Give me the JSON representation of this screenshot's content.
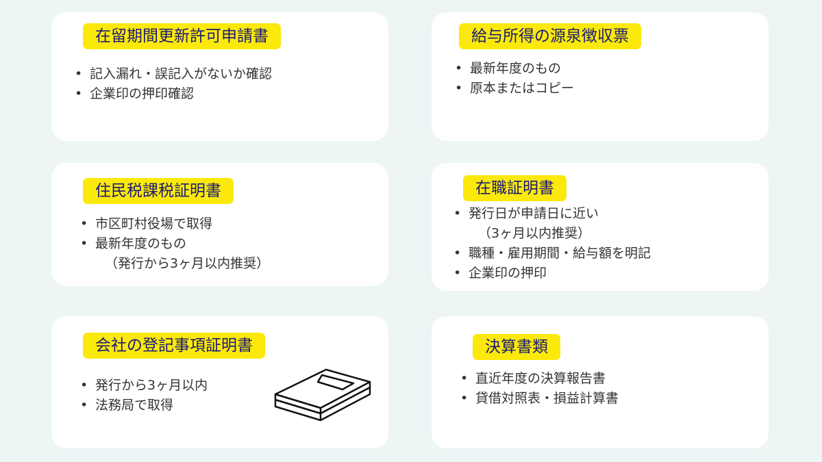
{
  "cards": [
    {
      "title": "在留期間更新許可申請書",
      "items": [
        {
          "text": "記入漏れ・誤記入がないか確認"
        },
        {
          "text": "企業印の押印確認"
        }
      ]
    },
    {
      "title": "給与所得の源泉徴収票",
      "items": [
        {
          "text": "最新年度のもの"
        },
        {
          "text": "原本またはコピー"
        }
      ]
    },
    {
      "title": "住民税課税証明書",
      "items": [
        {
          "text": "市区町村役場で取得"
        },
        {
          "text": "最新年度のもの",
          "sub": "（発行から3ヶ月以内推奨）"
        }
      ]
    },
    {
      "title": "在職証明書",
      "items": [
        {
          "text": "発行日が申請日に近い",
          "sub": "（3ヶ月以内推奨）"
        },
        {
          "text": "職種・雇用期間・給与額を明記"
        },
        {
          "text": "企業印の押印"
        }
      ]
    },
    {
      "title": "会社の登記事項証明書",
      "items": [
        {
          "text": "発行から3ヶ月以内"
        },
        {
          "text": "法務局で取得"
        }
      ]
    },
    {
      "title": "決算書類",
      "items": [
        {
          "text": "直近年度の決算報告書"
        },
        {
          "text": "貸借対照表・損益計算書"
        }
      ]
    }
  ],
  "icons": {
    "book": "book-icon"
  }
}
